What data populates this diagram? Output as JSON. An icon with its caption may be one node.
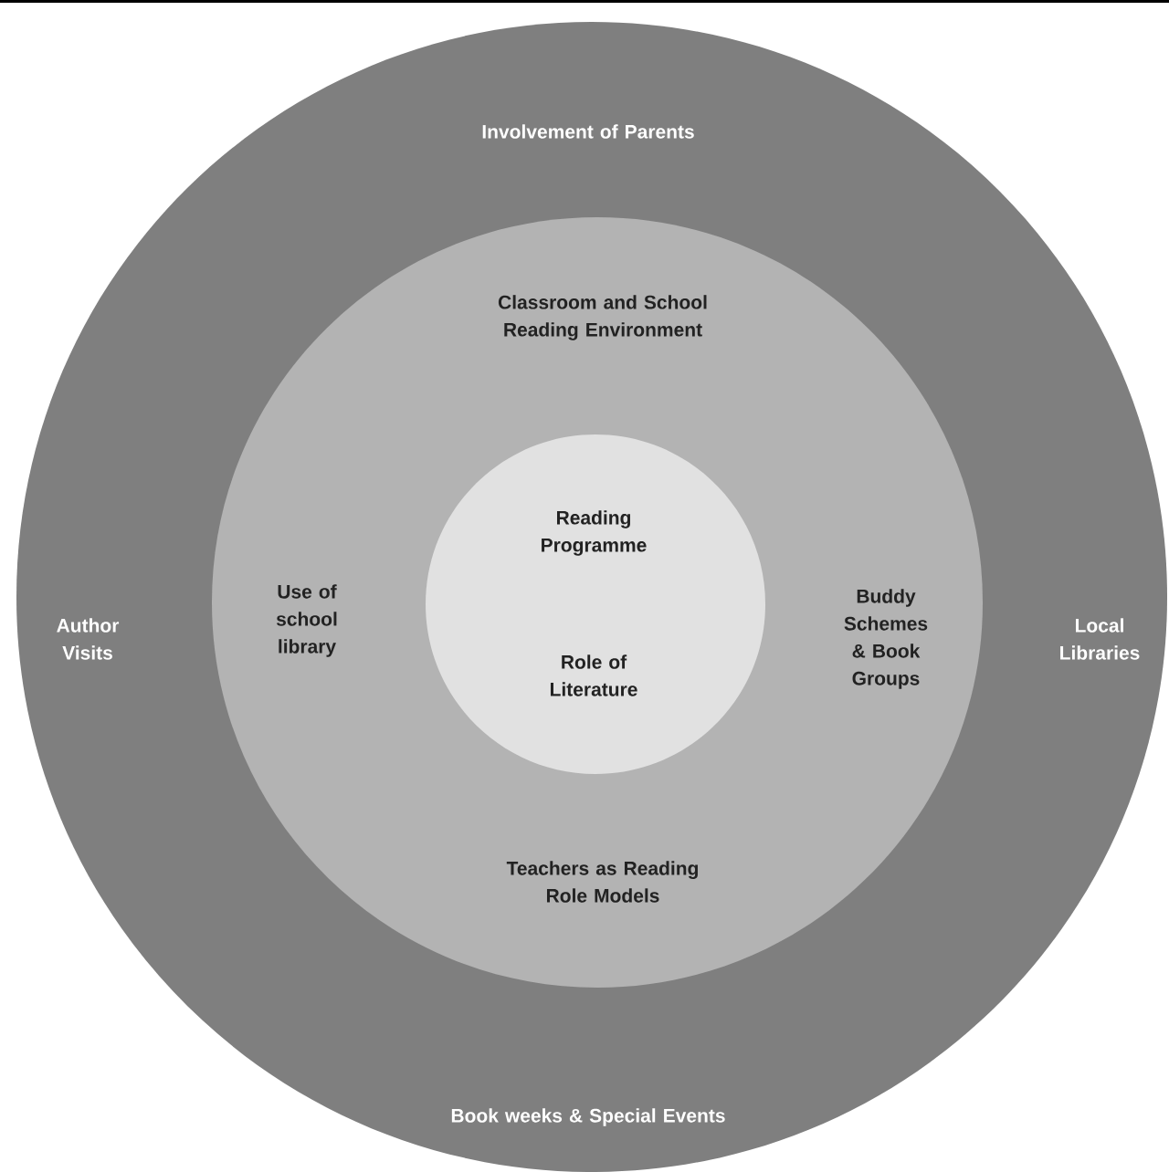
{
  "diagram": {
    "nodes": [
      {
        "text": [
          "Involvement of Parents",
          "Author Visits",
          "Local Libraries",
          "Book weeks & Special Events"
        ]
      },
      {
        "text": [
          "Classroom and School Reading Environment",
          "Use of school library",
          "Buddy Schemes & Book Groups",
          "Teachers as Reading Role Models"
        ],
        "in": 0
      },
      {
        "text": [
          "Reading Programme",
          "Role of Literature"
        ],
        "in": 1
      }
    ]
  }
}
